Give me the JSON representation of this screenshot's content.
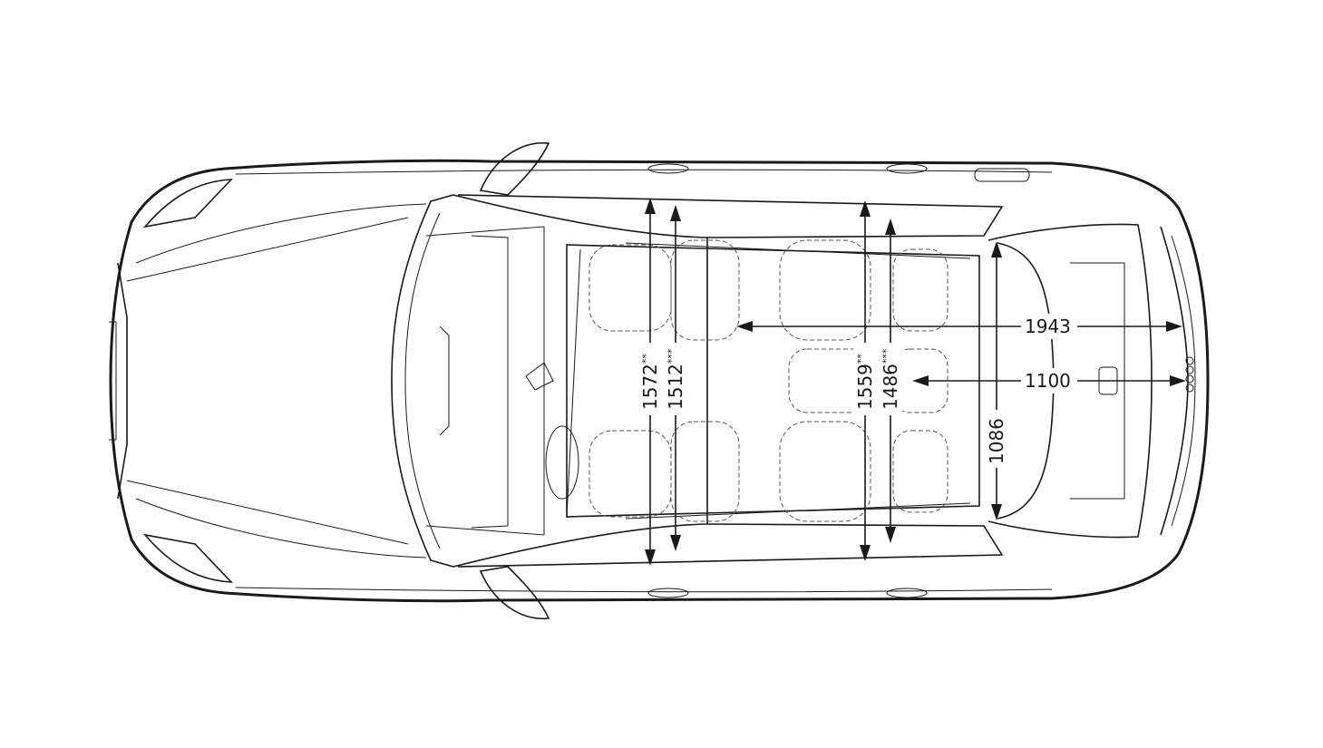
{
  "dimensions": {
    "front_shoulder_width": {
      "value": "1572",
      "mark": "**"
    },
    "front_shoulder_width_alt": {
      "value": "1512",
      "mark": "***"
    },
    "rear_shoulder_width": {
      "value": "1559",
      "mark": "**"
    },
    "rear_shoulder_width_alt": {
      "value": "1486",
      "mark": "***"
    },
    "load_length_max": {
      "value": "1943"
    },
    "load_length": {
      "value": "1100"
    },
    "load_width": {
      "value": "1086"
    }
  }
}
